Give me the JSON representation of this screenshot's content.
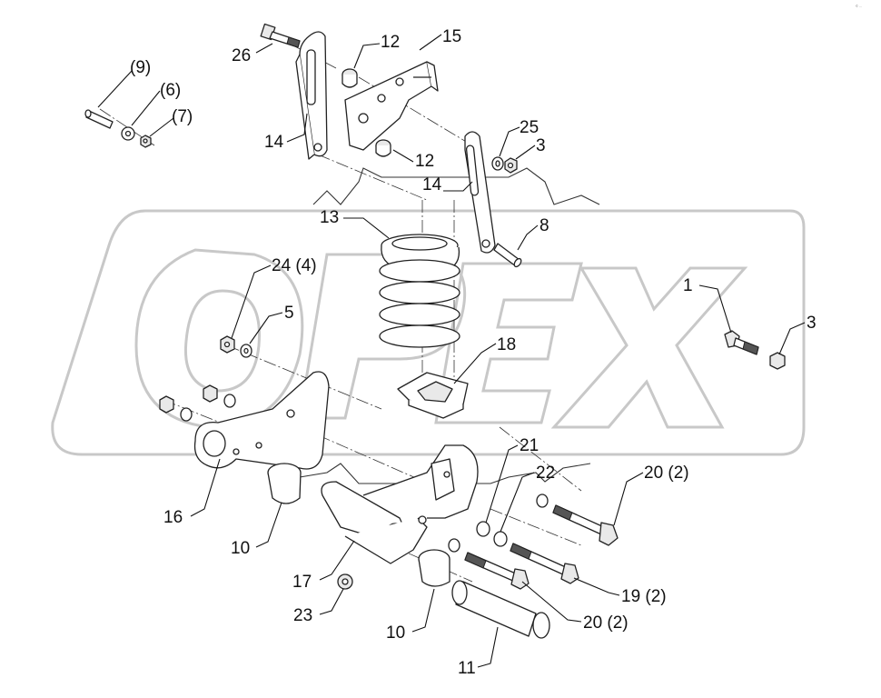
{
  "watermark": "© ...",
  "callouts": [
    {
      "id": "c26",
      "text": "26"
    },
    {
      "id": "c12a",
      "text": "12"
    },
    {
      "id": "c15",
      "text": "15"
    },
    {
      "id": "c9",
      "text": "(9)"
    },
    {
      "id": "c6",
      "text": "(6)"
    },
    {
      "id": "c7",
      "text": "(7)"
    },
    {
      "id": "c14a",
      "text": "14"
    },
    {
      "id": "c25",
      "text": "25"
    },
    {
      "id": "c3a",
      "text": "3"
    },
    {
      "id": "c12b",
      "text": "12"
    },
    {
      "id": "c14b",
      "text": "14"
    },
    {
      "id": "c13",
      "text": "13"
    },
    {
      "id": "c8",
      "text": "8"
    },
    {
      "id": "c24",
      "text": "24 (4)"
    },
    {
      "id": "c5",
      "text": "5"
    },
    {
      "id": "c1",
      "text": "1"
    },
    {
      "id": "c3b",
      "text": "3"
    },
    {
      "id": "c18",
      "text": "18"
    },
    {
      "id": "c21",
      "text": "21"
    },
    {
      "id": "c22",
      "text": "22"
    },
    {
      "id": "c20a",
      "text": "20 (2)"
    },
    {
      "id": "c16",
      "text": "16"
    },
    {
      "id": "c10a",
      "text": "10"
    },
    {
      "id": "c17",
      "text": "17"
    },
    {
      "id": "c19",
      "text": "19 (2)"
    },
    {
      "id": "c23",
      "text": "23"
    },
    {
      "id": "c20b",
      "text": "20 (2)"
    },
    {
      "id": "c10b",
      "text": "10"
    },
    {
      "id": "c11",
      "text": "11"
    }
  ]
}
